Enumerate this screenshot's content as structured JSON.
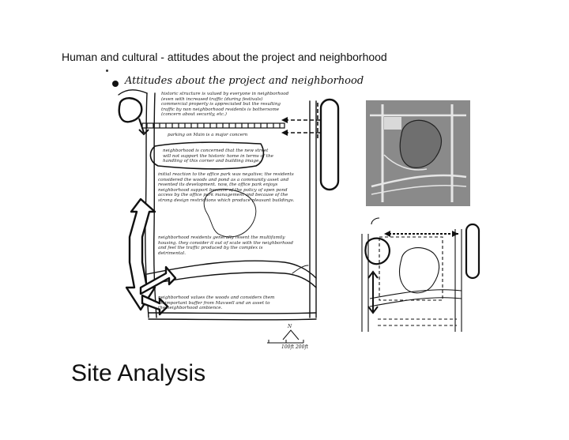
{
  "page": {
    "heading": "Human and cultural - attitudes about the project and neighborhood",
    "footer_title": "Site Analysis"
  },
  "sketch": {
    "title": "Attitudes about the project and neighborhood",
    "notes": [
      "historic structure is valued by everyone in neighborhood\n(even with increased traffic (during festivals)\ncommercial property is appreciated but the resulting\ntraffic by non neighborhood residents is bothersome\n(concern about security, etc.)",
      "parking on Main is a major concern",
      "neighborhood is concerned that the new street\nwill not support the historic home in terms of the\nhandling of this corner and building image.",
      "initial reaction to the office park was negative; the residents\nconsidered the woods and pond as a community asset and\nresented its development. now, the office park enjoys\nneighborhood support because of the policy of open pond\naccess by the office park management and because of the\nstrong design restrictions which produce pleasant buildings.",
      "neighborhood residents generally resent the multifamily\nhousing. they consider it out of scale with the neighborhood\nand feel the traffic produced by the complex is\ndetrimental.",
      "neighborhood values the woods and considers them\nan important buffer from Maxwell and an asset to\nthe neighborhood ambience."
    ],
    "north_label": "N",
    "scale_label": "100ft  200ft"
  }
}
